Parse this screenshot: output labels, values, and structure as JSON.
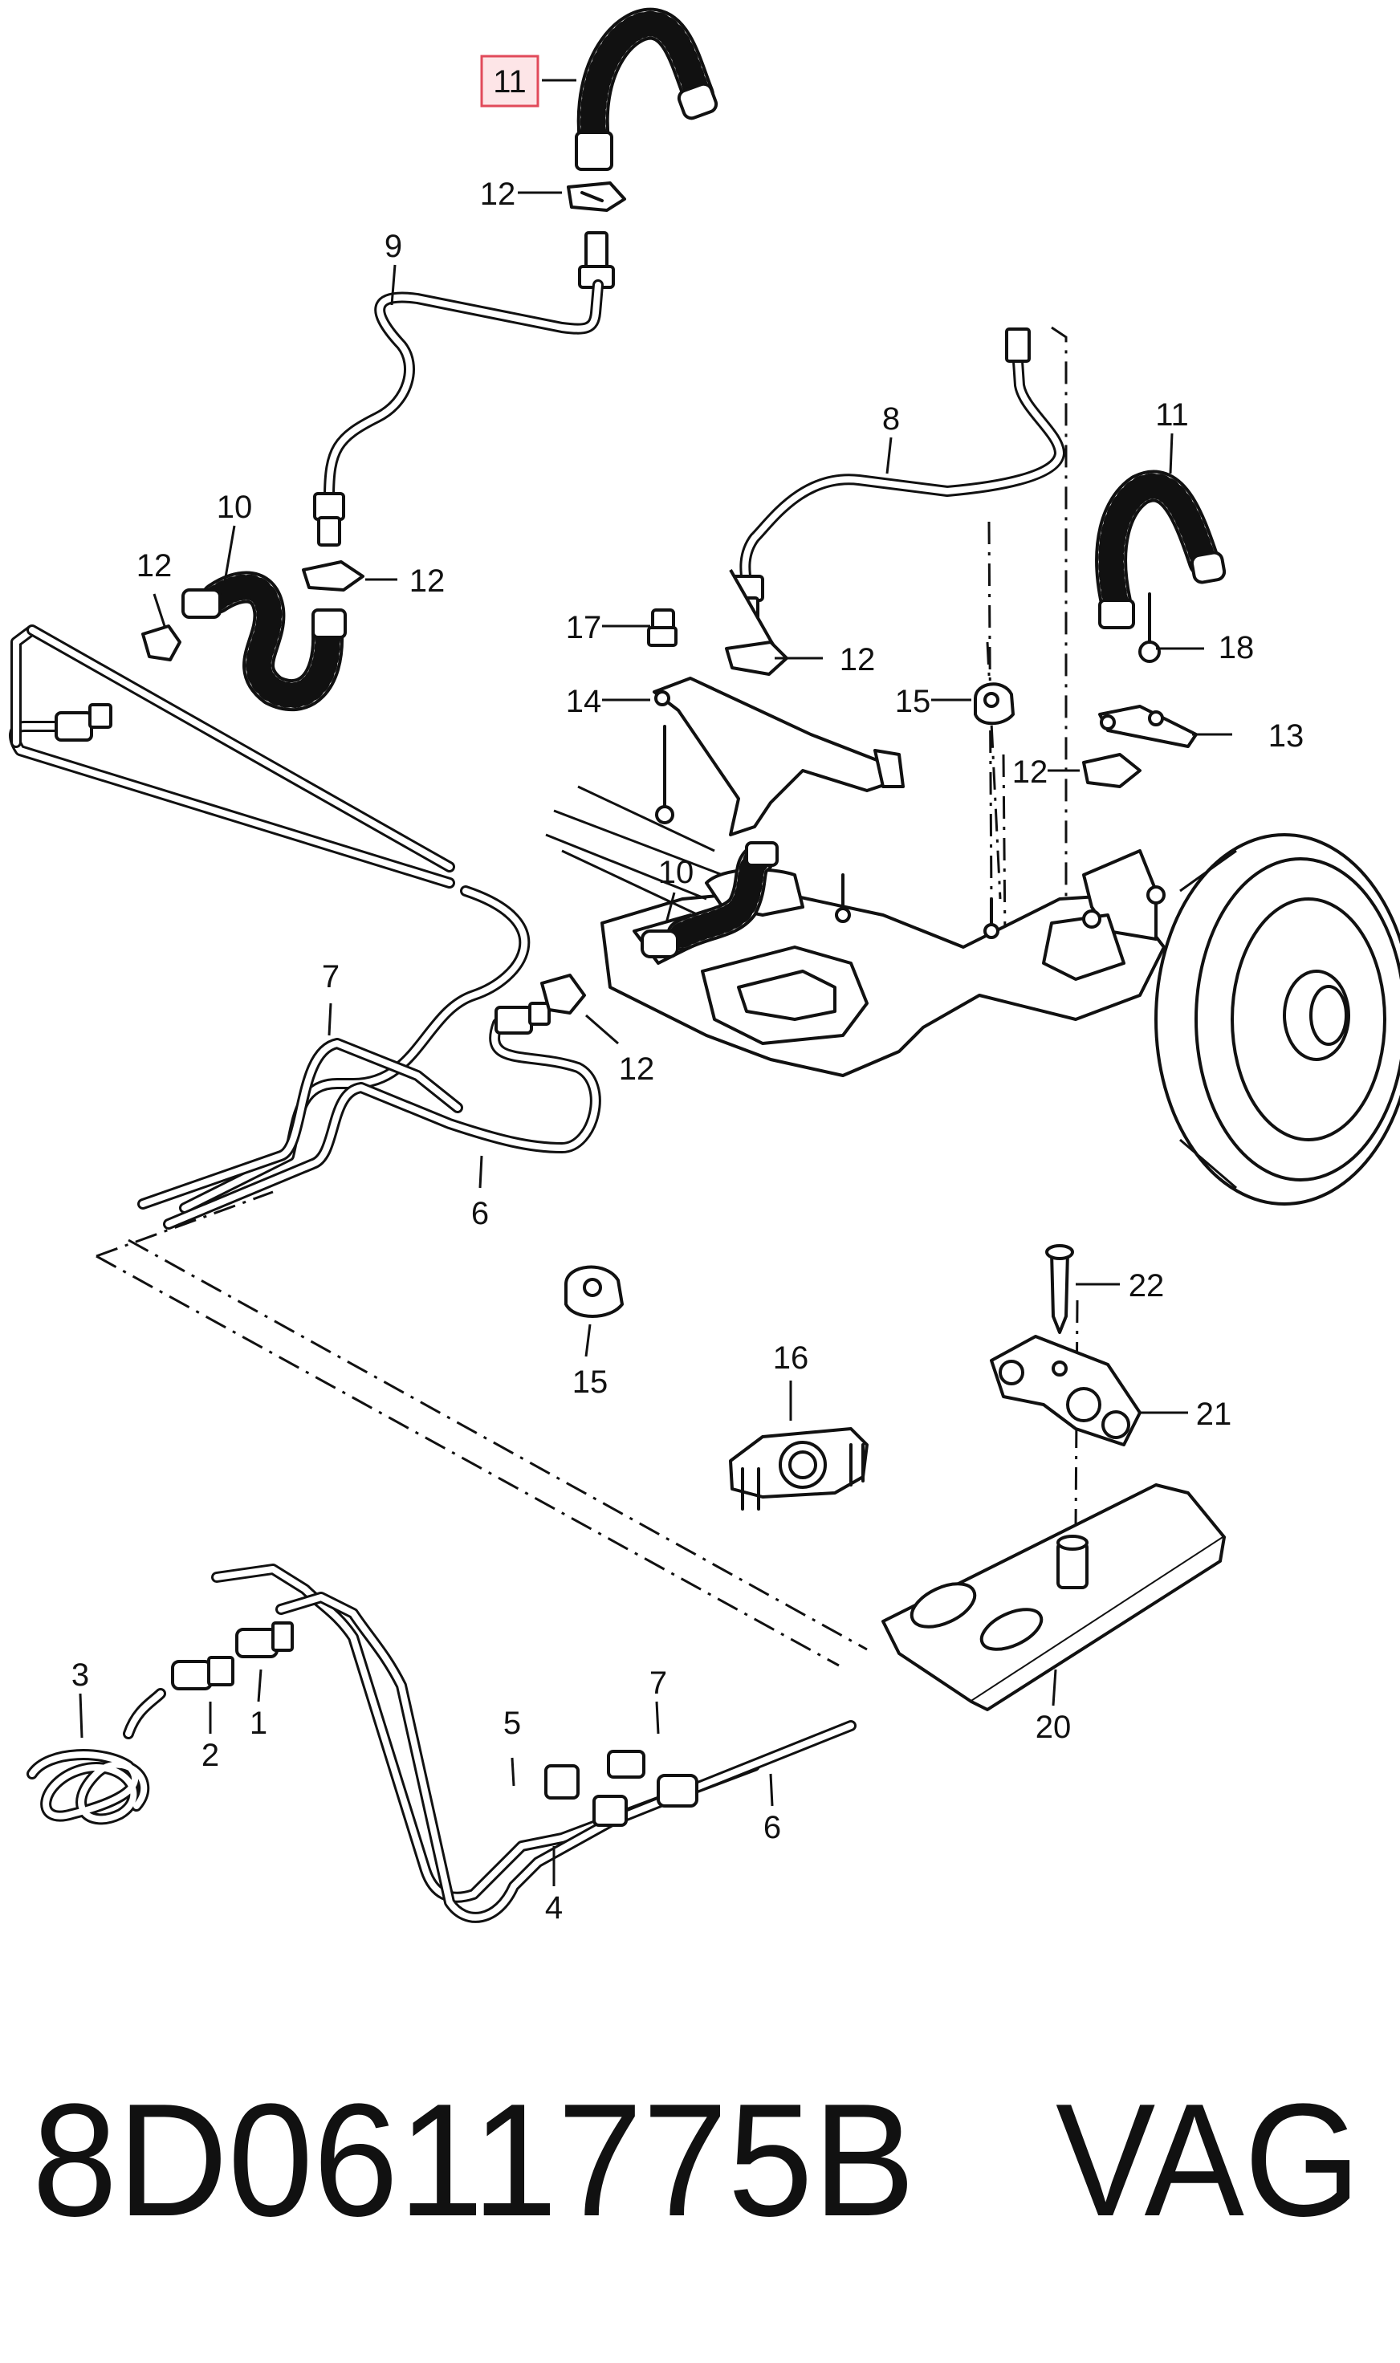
{
  "callouts": {
    "c11a": "11",
    "c12a": "12",
    "c9": "9",
    "c10a": "10",
    "c12b": "12",
    "c12c": "12",
    "c8": "8",
    "c11b": "11",
    "c17": "17",
    "c12d": "12",
    "c14": "14",
    "c15a": "15",
    "c18": "18",
    "c13": "13",
    "c12e": "12",
    "c10b": "10",
    "c7a": "7",
    "c12f": "12",
    "c6a": "6",
    "c15b": "15",
    "c16": "16",
    "c22": "22",
    "c21": "21",
    "c20": "20",
    "c3": "3",
    "c2": "2",
    "c1": "1",
    "c5": "5",
    "c7b": "7",
    "c6b": "6",
    "c4": "4"
  },
  "footer": {
    "part_number": "8D0611775B",
    "brand": "VAG"
  },
  "colors": {
    "highlight_fill": "#fde5e7",
    "highlight_stroke": "#e14a5a",
    "line": "#111111"
  }
}
